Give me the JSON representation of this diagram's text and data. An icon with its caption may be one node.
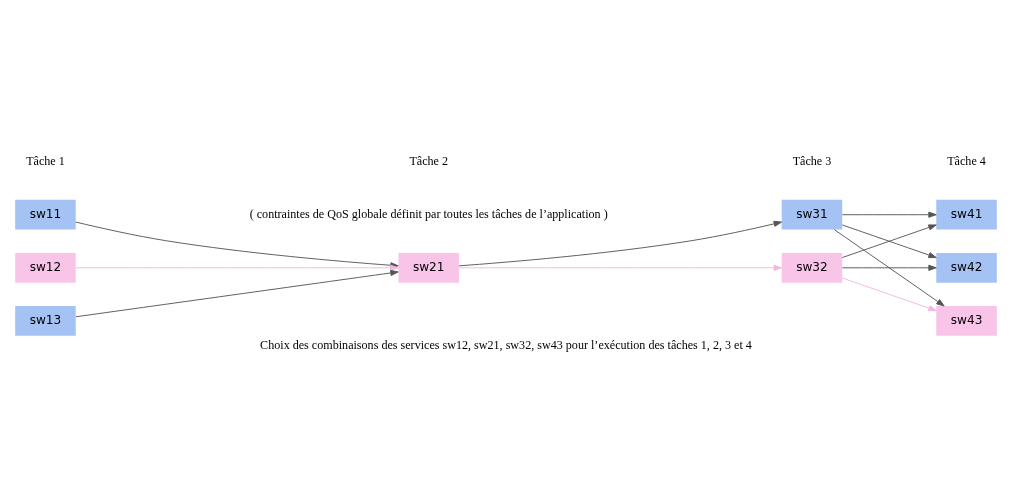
{
  "diagram": {
    "caption": "Choix des combinaisons des services sw12, sw21, sw32, sw43 pour l’exécution des tâches 1, 2, 3 et 4",
    "nodes": [
      {
        "text": [
          "sw11"
        ]
      },
      {
        "text": [
          "sw12"
        ]
      },
      {
        "text": [
          "sw13"
        ]
      },
      {
        "text": [
          "sw21"
        ]
      },
      {
        "text": [
          "sw31"
        ]
      },
      {
        "text": [
          "sw32"
        ]
      },
      {
        "text": [
          "sw41"
        ]
      },
      {
        "text": [
          "sw42"
        ]
      },
      {
        "text": [
          "sw43"
        ]
      }
    ],
    "edges": [
      {
        "from": 0,
        "to": 3,
        "arrow": "to"
      },
      {
        "from": 1,
        "to": 3,
        "arrow": "to",
        "color": "#f4b6e2"
      },
      {
        "from": 2,
        "to": 3,
        "arrow": "to"
      },
      {
        "from": 3,
        "to": 4,
        "arrow": "to"
      },
      {
        "from": 3,
        "to": 5,
        "arrow": "to",
        "color": "#f4b6e2"
      },
      {
        "from": 4,
        "to": 6,
        "arrow": "to"
      },
      {
        "from": 4,
        "to": 7,
        "arrow": "to"
      },
      {
        "from": 4,
        "to": 8,
        "arrow": "to"
      },
      {
        "from": 5,
        "to": 6,
        "arrow": "to"
      },
      {
        "from": 5,
        "to": 7,
        "arrow": "to"
      },
      {
        "from": 5,
        "to": 8,
        "arrow": "to",
        "color": "#f4b6e2"
      }
    ],
    "labels": [
      "Tâche 1",
      "Tâche 2",
      "Tâche 3",
      "Tâche 4",
      "( contraintes de QoS globale définit par toutes les tâches de l’application )"
    ]
  }
}
